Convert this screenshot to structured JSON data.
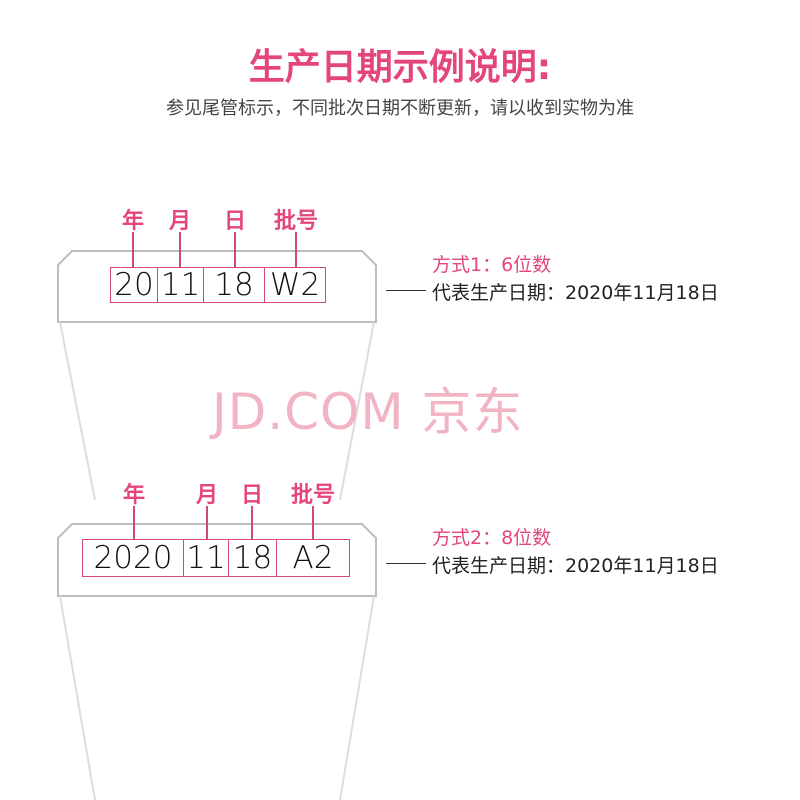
{
  "title": "生产日期示例说明:",
  "subtitle": "参见尾管标示，不同批次日期不断更新，请以收到实物为准",
  "watermark": "JD.COM 京东",
  "labels": {
    "year": "年",
    "month": "月",
    "day": "日",
    "batch": "批号"
  },
  "example1": {
    "cells": [
      "20",
      "11",
      "18",
      "W2"
    ],
    "mode": "方式1：6位数",
    "description": "代表生产日期：2020年11月18日"
  },
  "example2": {
    "cells": [
      "2020",
      "11",
      "18",
      "A2"
    ],
    "mode": "方式2：8位数",
    "description": "代表生产日期：2020年11月18日"
  },
  "colors": {
    "accent": "#e5457d",
    "outline": "#b8b8b8",
    "watermark": "#f2b3c2"
  }
}
